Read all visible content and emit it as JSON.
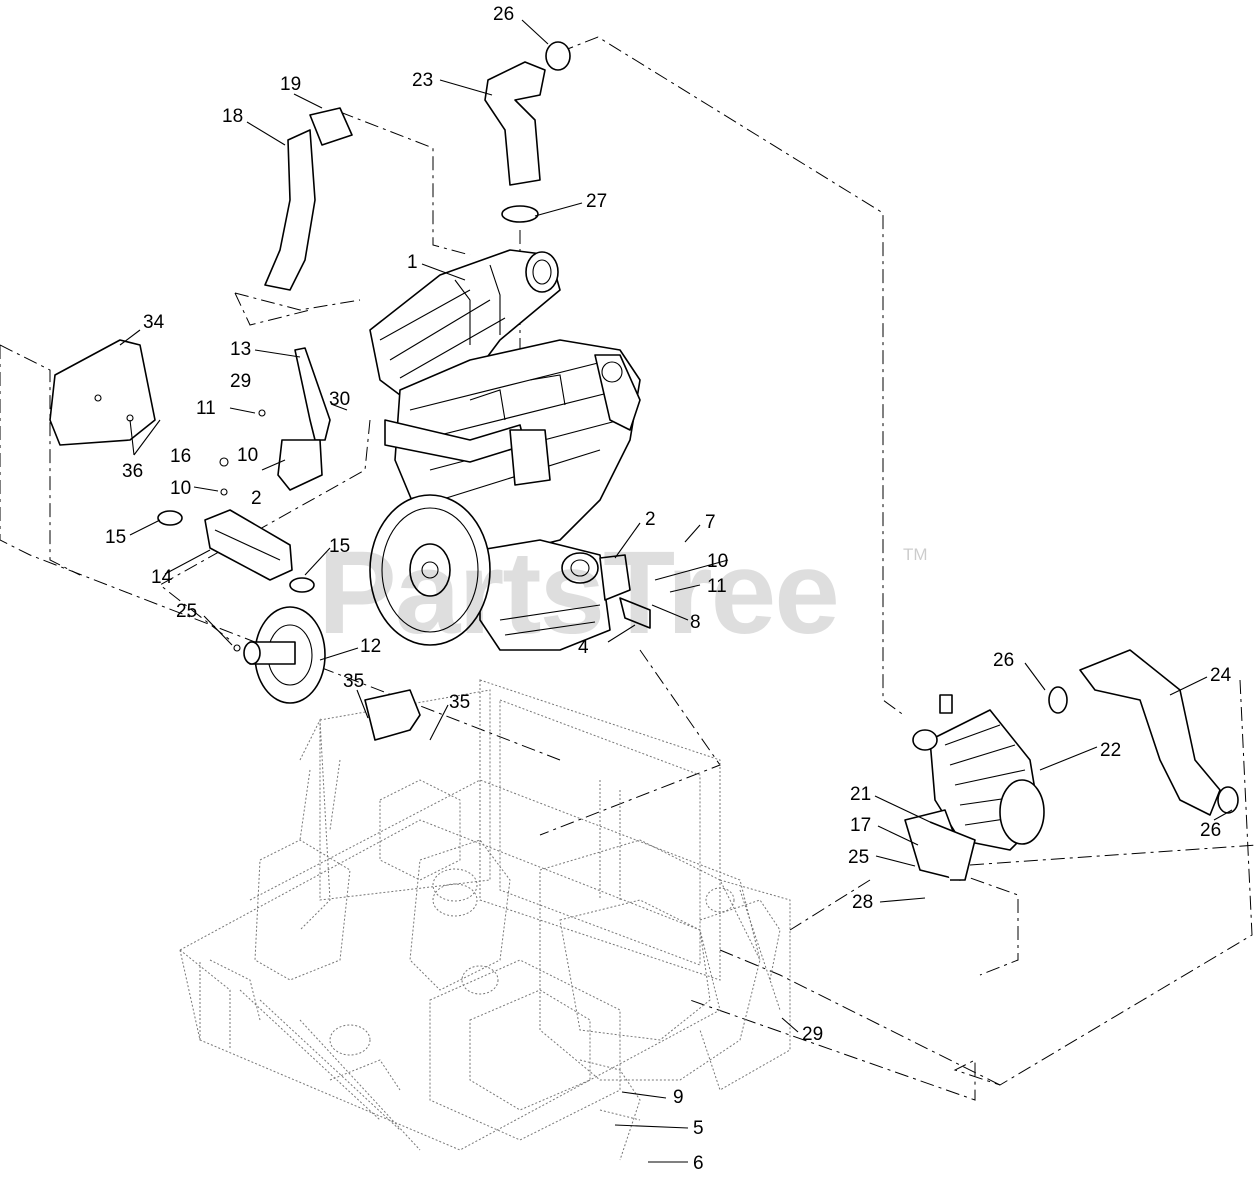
{
  "watermark": {
    "text": "PartsTree",
    "trademark": "TM"
  },
  "callouts": {
    "c1": "1",
    "c2a": "2",
    "c2b": "2",
    "c4": "4",
    "c5": "5",
    "c6": "6",
    "c7": "7",
    "c8": "8",
    "c9": "9",
    "c10a": "10",
    "c10b": "10",
    "c10c": "10",
    "c11a": "11",
    "c11b": "11",
    "c12": "12",
    "c13": "13",
    "c14": "14",
    "c15a": "15",
    "c15b": "15",
    "c16": "16",
    "c17": "17",
    "c18": "18",
    "c19": "19",
    "c21": "21",
    "c22": "22",
    "c23": "23",
    "c24": "24",
    "c25a": "25",
    "c25b": "25",
    "c26a": "26",
    "c26b": "26",
    "c26c": "26",
    "c27": "27",
    "c28": "28",
    "c29a": "29",
    "c29b": "29",
    "c30": "30",
    "c34": "34",
    "c35a": "35",
    "c35b": "35",
    "c36": "36"
  }
}
